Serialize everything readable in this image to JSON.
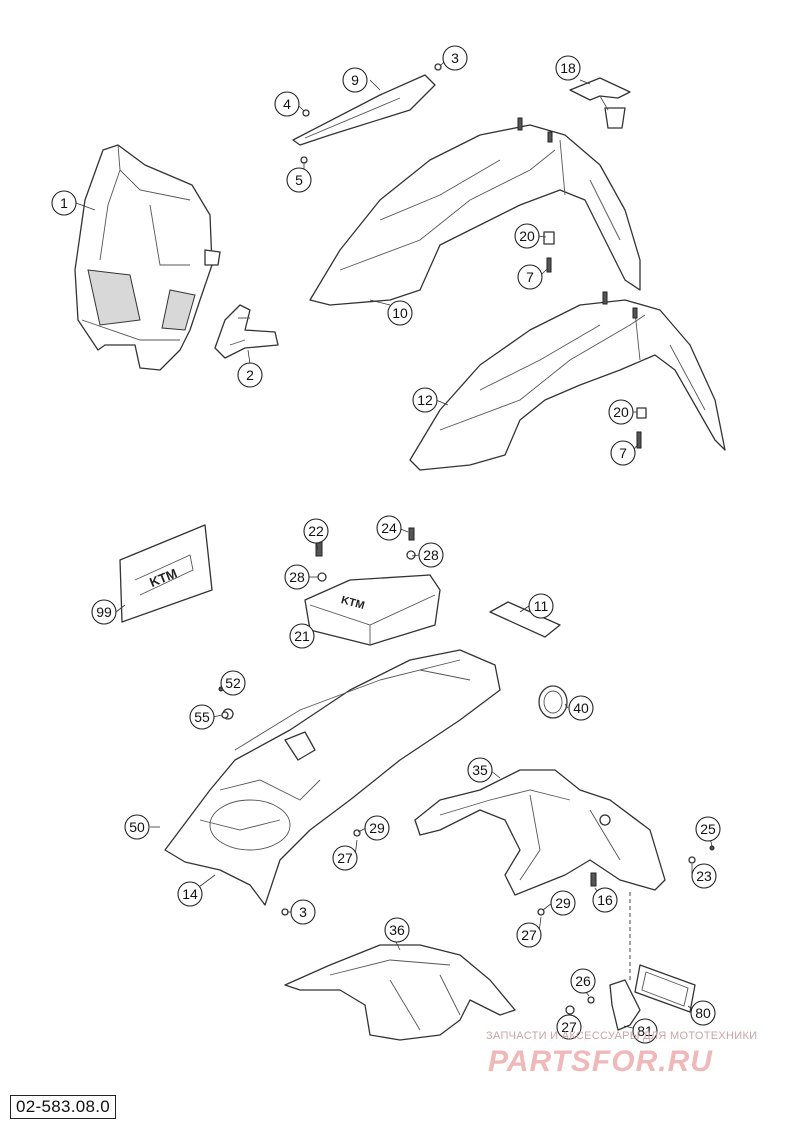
{
  "drawing_number": "02-583.08.0",
  "watermark": {
    "tagline": "ЗАПЧАСТИ И АКСЕССУАРЫ ДЛЯ МОТОТЕХНИКИ",
    "logo": "PARTSFOR.RU"
  },
  "logo_text": "KTM",
  "callouts": [
    {
      "id": "c1",
      "label": "1"
    },
    {
      "id": "c2",
      "label": "2"
    },
    {
      "id": "c3a",
      "label": "3"
    },
    {
      "id": "c4",
      "label": "4"
    },
    {
      "id": "c5",
      "label": "5"
    },
    {
      "id": "c9",
      "label": "9"
    },
    {
      "id": "c18",
      "label": "18"
    },
    {
      "id": "c20a",
      "label": "20"
    },
    {
      "id": "c7a",
      "label": "7"
    },
    {
      "id": "c10",
      "label": "10"
    },
    {
      "id": "c12",
      "label": "12"
    },
    {
      "id": "c20b",
      "label": "20"
    },
    {
      "id": "c7b",
      "label": "7"
    },
    {
      "id": "c99",
      "label": "99"
    },
    {
      "id": "c22",
      "label": "22"
    },
    {
      "id": "c24",
      "label": "24"
    },
    {
      "id": "c28a",
      "label": "28"
    },
    {
      "id": "c28b",
      "label": "28"
    },
    {
      "id": "c21",
      "label": "21"
    },
    {
      "id": "c11",
      "label": "11"
    },
    {
      "id": "c52",
      "label": "52"
    },
    {
      "id": "c55",
      "label": "55"
    },
    {
      "id": "c40",
      "label": "40"
    },
    {
      "id": "c35",
      "label": "35"
    },
    {
      "id": "c50",
      "label": "50"
    },
    {
      "id": "c29a",
      "label": "29"
    },
    {
      "id": "c27a",
      "label": "27"
    },
    {
      "id": "c25",
      "label": "25"
    },
    {
      "id": "c23",
      "label": "23"
    },
    {
      "id": "c16",
      "label": "16"
    },
    {
      "id": "c14",
      "label": "14"
    },
    {
      "id": "c3b",
      "label": "3"
    },
    {
      "id": "c29b",
      "label": "29"
    },
    {
      "id": "c27b",
      "label": "27"
    },
    {
      "id": "c36",
      "label": "36"
    },
    {
      "id": "c26",
      "label": "26"
    },
    {
      "id": "c27c",
      "label": "27"
    },
    {
      "id": "c81",
      "label": "81"
    },
    {
      "id": "c80",
      "label": "80"
    }
  ]
}
